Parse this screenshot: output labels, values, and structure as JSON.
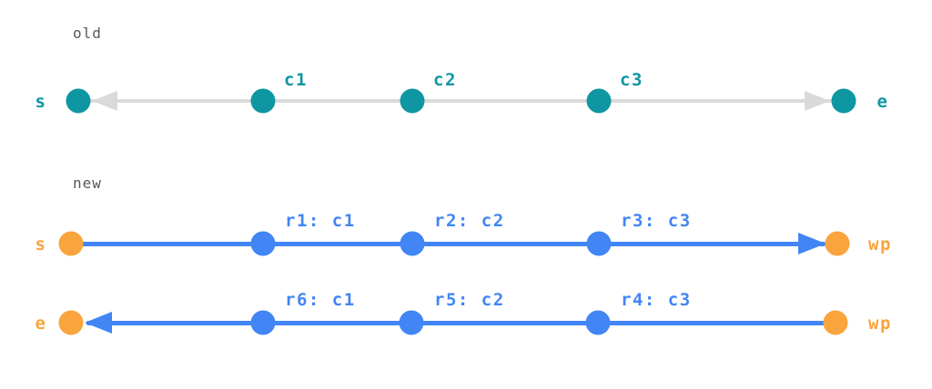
{
  "colors": {
    "teal": "#0E96A2",
    "blue": "#4285F4",
    "orange": "#F9A43D",
    "track_gray": "#DADADA",
    "label_gray": "#58585A"
  },
  "old": {
    "section_label": "old",
    "start_label": "s",
    "end_label": "e",
    "checkpoints": [
      "c1",
      "c2",
      "c3"
    ]
  },
  "new": {
    "section_label": "new",
    "forward_pass": {
      "start_label": "s",
      "end_label": "wp",
      "rewards": [
        "r1: c1",
        "r2: c2",
        "r3: c3"
      ]
    },
    "backward_pass": {
      "start_label": "e",
      "end_label": "wp",
      "rewards": [
        "r6: c1",
        "r5: c2",
        "r4: c3"
      ]
    }
  }
}
